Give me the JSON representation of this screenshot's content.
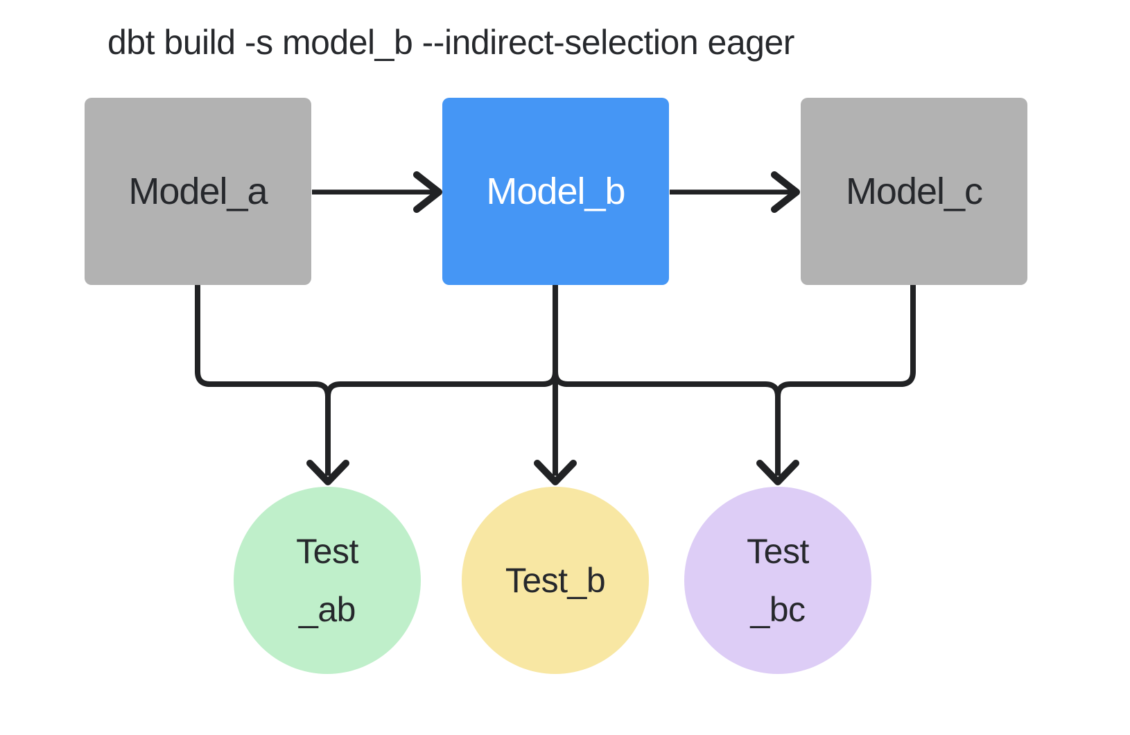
{
  "title": "dbt build -s model_b --indirect-selection eager",
  "colors": {
    "background": "#ffffff",
    "model_default": "#b2b2b2",
    "model_selected": "#4596f5",
    "test_ab": "#bfefca",
    "test_b": "#f8e7a3",
    "test_bc": "#ddcdf6",
    "line": "#212224",
    "text_dark": "#26282c",
    "text_light": "#ffffff"
  },
  "diagram": {
    "models": [
      {
        "id": "model_a",
        "label": "Model_a",
        "selected": false
      },
      {
        "id": "model_b",
        "label": "Model_b",
        "selected": true
      },
      {
        "id": "model_c",
        "label": "Model_c",
        "selected": false
      }
    ],
    "tests": [
      {
        "id": "test_ab",
        "label_lines": [
          "Test",
          "_ab"
        ]
      },
      {
        "id": "test_b",
        "label_lines": [
          "Test_b"
        ]
      },
      {
        "id": "test_bc",
        "label_lines": [
          "Test",
          "_bc"
        ]
      }
    ],
    "edges": [
      {
        "from": "model_a",
        "to": "model_b"
      },
      {
        "from": "model_b",
        "to": "model_c"
      },
      {
        "from": "model_a",
        "to": "test_ab"
      },
      {
        "from": "model_b",
        "to": "test_ab"
      },
      {
        "from": "model_b",
        "to": "test_b"
      },
      {
        "from": "model_b",
        "to": "test_bc"
      },
      {
        "from": "model_c",
        "to": "test_bc"
      }
    ]
  }
}
